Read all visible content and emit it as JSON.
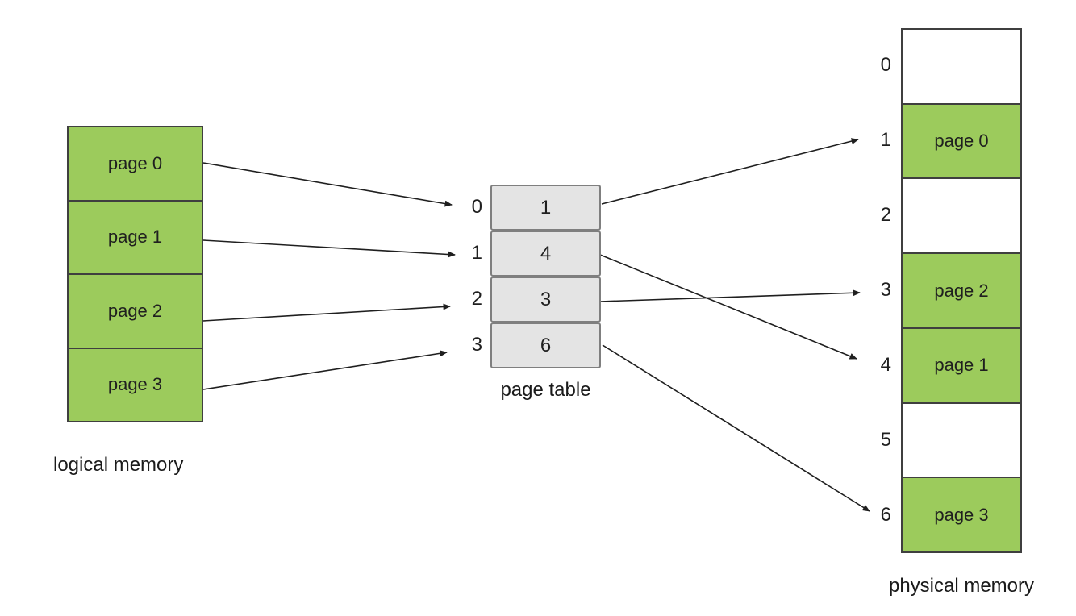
{
  "logical_memory": {
    "label": "logical memory",
    "pages": [
      "page 0",
      "page 1",
      "page 2",
      "page 3"
    ]
  },
  "page_table": {
    "label": "page table",
    "entries": [
      {
        "index": "0",
        "value": "1"
      },
      {
        "index": "1",
        "value": "4"
      },
      {
        "index": "2",
        "value": "3"
      },
      {
        "index": "3",
        "value": "6"
      }
    ]
  },
  "physical_memory": {
    "label": "physical memory",
    "frames": [
      {
        "index": "0",
        "content": "",
        "filled": false
      },
      {
        "index": "1",
        "content": "page 0",
        "filled": true
      },
      {
        "index": "2",
        "content": "",
        "filled": false
      },
      {
        "index": "3",
        "content": "page 2",
        "filled": true
      },
      {
        "index": "4",
        "content": "page 1",
        "filled": true
      },
      {
        "index": "5",
        "content": "",
        "filled": false
      },
      {
        "index": "6",
        "content": "page 3",
        "filled": true
      }
    ]
  },
  "mappings": [
    {
      "page": "page 0",
      "table_entry": "0",
      "frame": "1"
    },
    {
      "page": "page 1",
      "table_entry": "1",
      "frame": "4"
    },
    {
      "page": "page 2",
      "table_entry": "2",
      "frame": "3"
    },
    {
      "page": "page 3",
      "table_entry": "3",
      "frame": "6"
    }
  ],
  "colors": {
    "page_fill": "#9CCB5C",
    "table_fill": "#E4E4E4",
    "empty_frame_fill": "#FFFFFF",
    "box_border": "#3F3F3F",
    "table_border": "#7F7F7F",
    "arrow": "#1F1F1F",
    "background": "#FFFFFF"
  }
}
